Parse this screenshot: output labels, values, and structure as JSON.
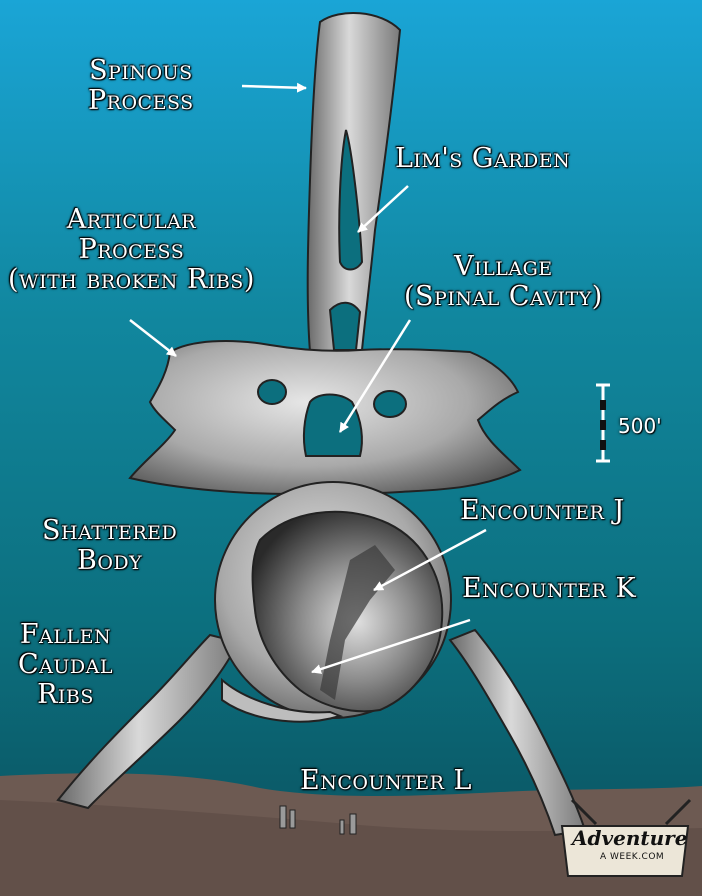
{
  "labels": {
    "spinous": [
      "Spinous",
      "Process"
    ],
    "lims_garden": "Lim's Garden",
    "articular": [
      "Articular",
      "Process",
      "(with broken Ribs)"
    ],
    "village": [
      "Village",
      "(Spinal Cavity)"
    ],
    "shattered": [
      "Shattered",
      "Body"
    ],
    "enc_j": "Encounter J",
    "enc_k": "Encounter K",
    "fallen": [
      "Fallen",
      "Caudal",
      "Ribs"
    ],
    "enc_l": "Encounter L"
  },
  "scale": {
    "label": "500'"
  },
  "logo": {
    "main": "Adventure",
    "sub": "A WEEK.COM"
  },
  "colors": {
    "water_top": "#1aa5d6",
    "water_mid": "#0c6f7e",
    "water_bottom": "#0a4f5c",
    "seabed": "#6d5a52",
    "bone_light": "#d8d8d8",
    "bone_dark": "#5a5a5a",
    "label_text": "#ffffff"
  }
}
